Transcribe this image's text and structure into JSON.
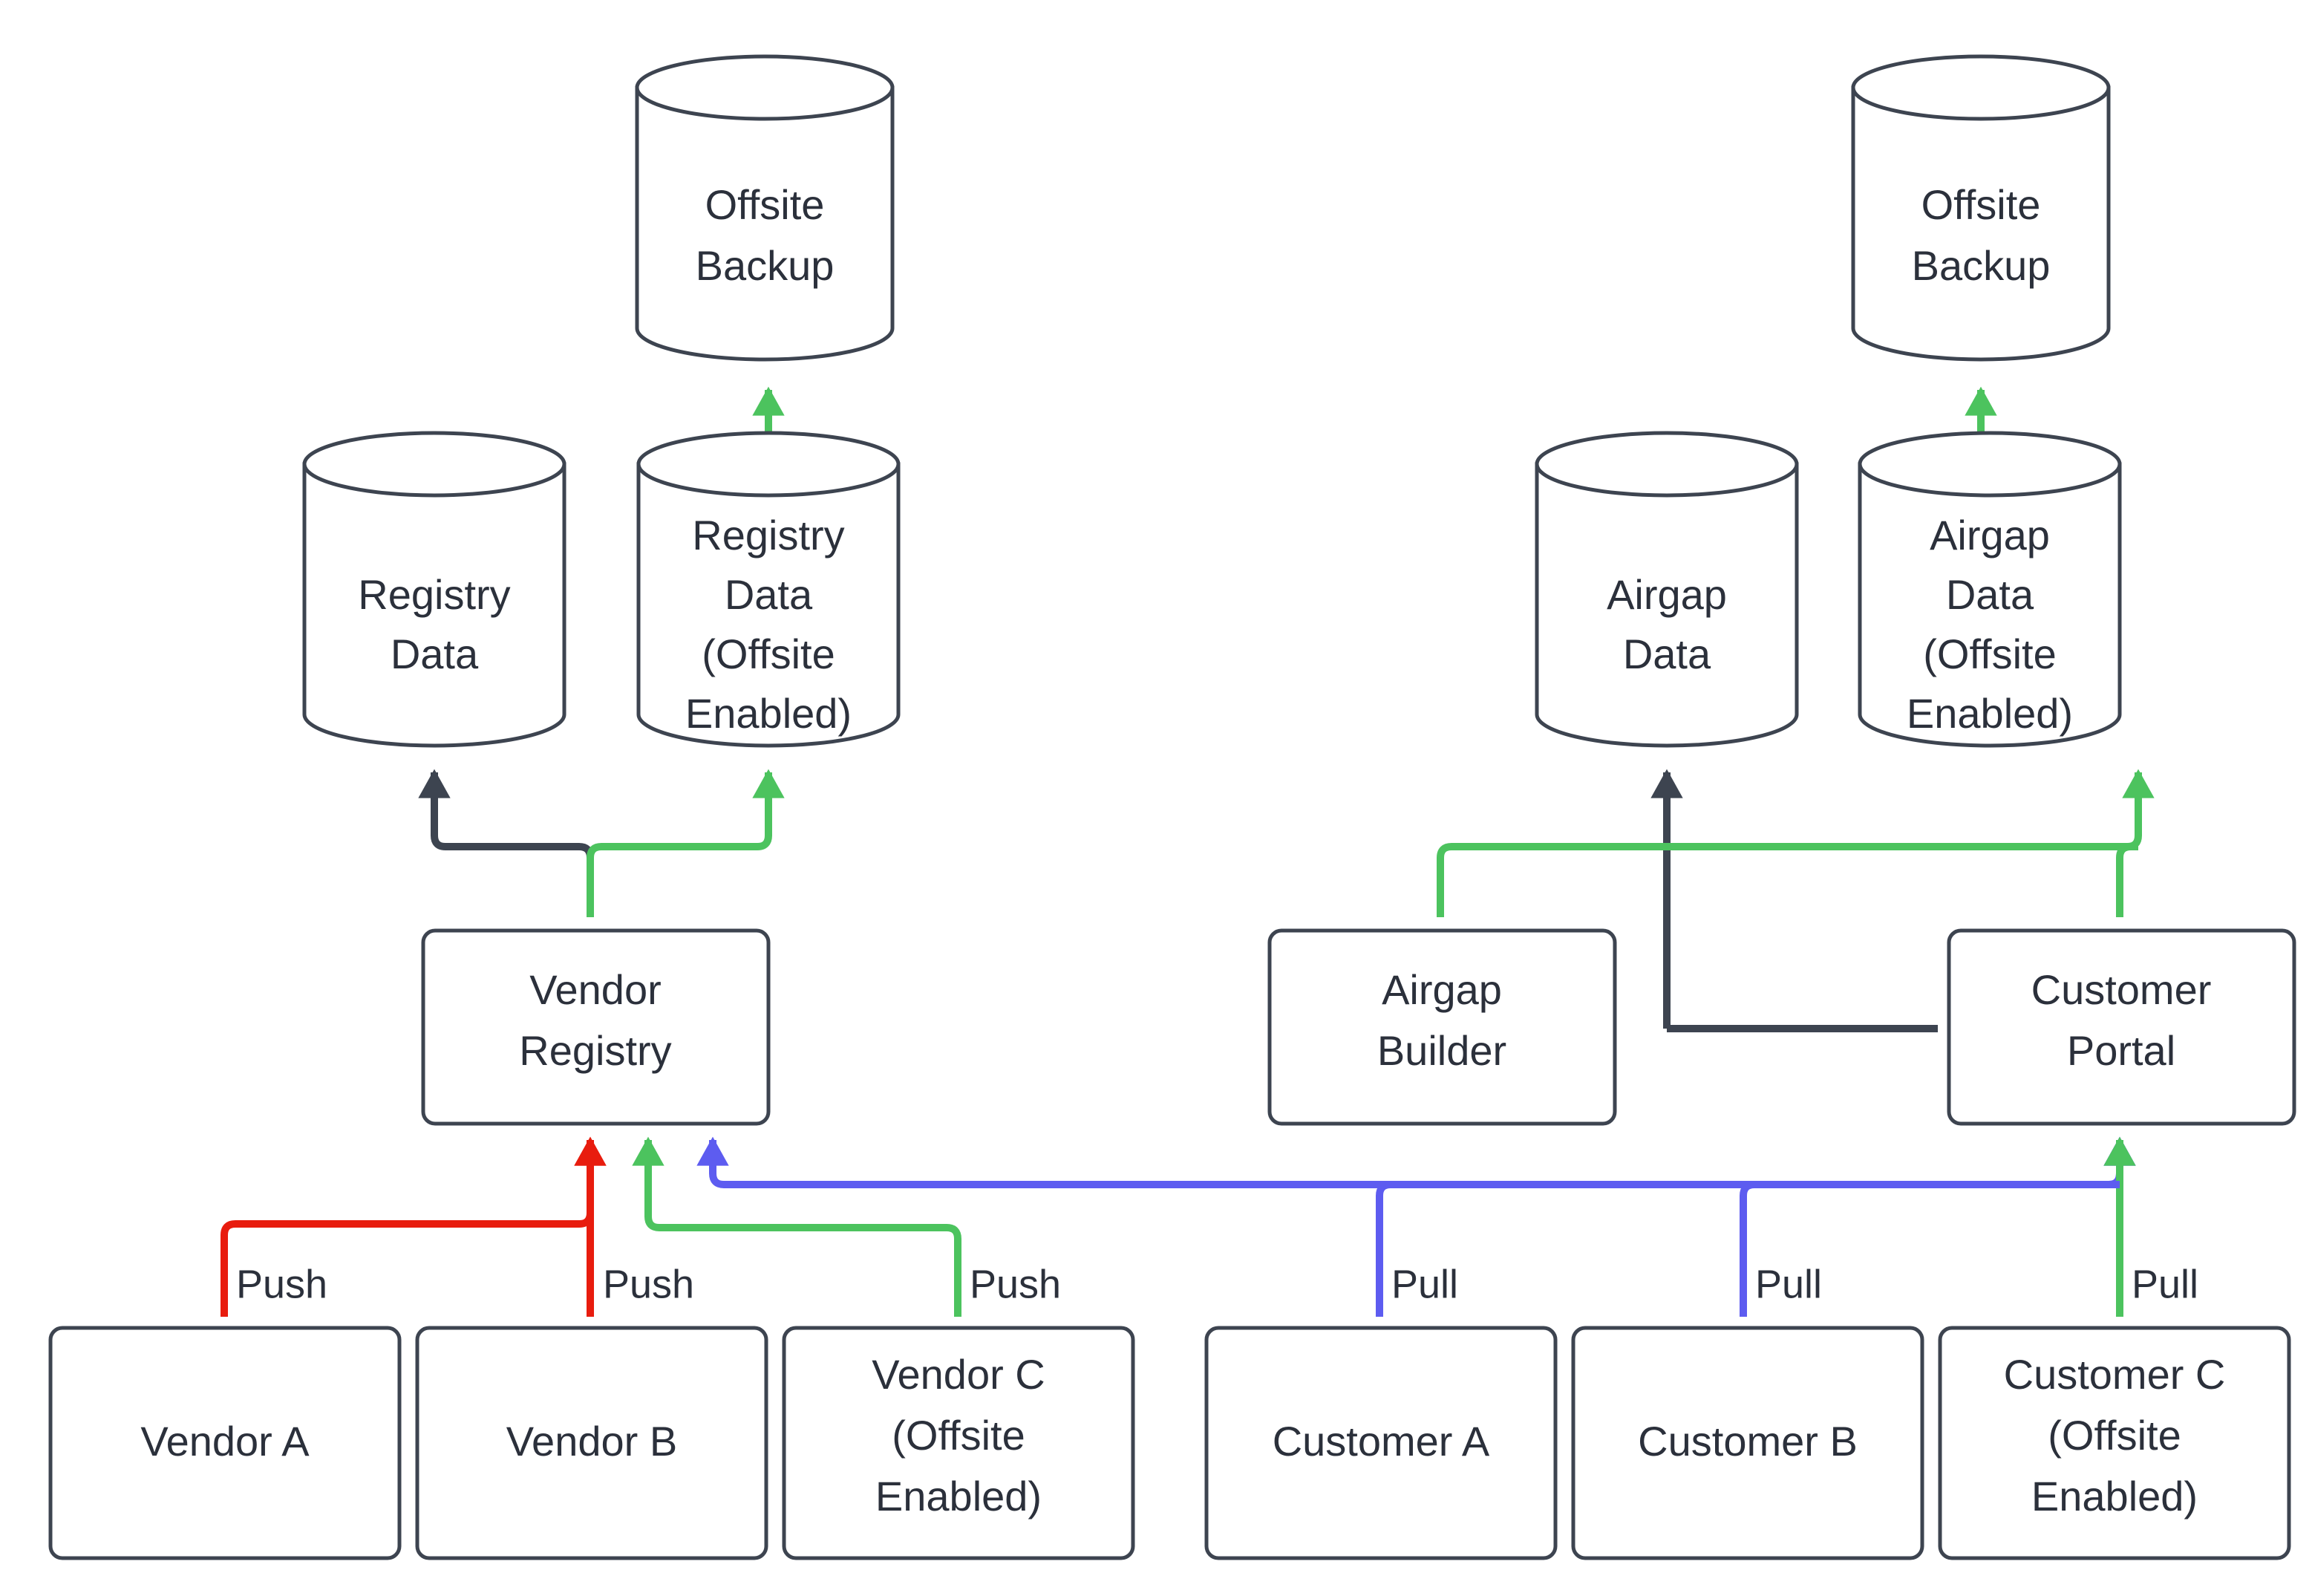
{
  "diagram": {
    "title": "Vendor / Customer registry replication and offsite backup flow",
    "colors": {
      "stroke_dark": "#3d4450",
      "text": "#2b303b",
      "push_red": "#e81c0e",
      "flow_green": "#4cc35e",
      "pull_blue": "#5d5cf0",
      "background": "#ffffff"
    },
    "nodes": {
      "offsite_backup_left": {
        "label_line1": "Offsite",
        "label_line2": "Backup",
        "shape": "cylinder"
      },
      "offsite_backup_right": {
        "label_line1": "Offsite",
        "label_line2": "Backup",
        "shape": "cylinder"
      },
      "registry_data": {
        "label_line1": "Registry",
        "label_line2": "Data",
        "shape": "cylinder"
      },
      "registry_data_offsite": {
        "label_line1": "Registry",
        "label_line2": "Data",
        "label_line3": "(Offsite",
        "label_line4": "Enabled)",
        "shape": "cylinder"
      },
      "airgap_data": {
        "label_line1": "Airgap",
        "label_line2": "Data",
        "shape": "cylinder"
      },
      "airgap_data_offsite": {
        "label_line1": "Airgap",
        "label_line2": "Data",
        "label_line3": "(Offsite",
        "label_line4": "Enabled)",
        "shape": "cylinder"
      },
      "vendor_registry": {
        "label_line1": "Vendor",
        "label_line2": "Registry",
        "shape": "rounded-rect"
      },
      "airgap_builder": {
        "label_line1": "Airgap",
        "label_line2": "Builder",
        "shape": "rounded-rect"
      },
      "customer_portal": {
        "label_line1": "Customer",
        "label_line2": "Portal",
        "shape": "rounded-rect"
      },
      "vendor_a": {
        "label_line1": "Vendor A",
        "shape": "rounded-rect"
      },
      "vendor_b": {
        "label_line1": "Vendor B",
        "shape": "rounded-rect"
      },
      "vendor_c": {
        "label_line1": "Vendor C",
        "label_line2": "(Offsite",
        "label_line3": "Enabled)",
        "shape": "rounded-rect"
      },
      "customer_a": {
        "label_line1": "Customer A",
        "shape": "rounded-rect"
      },
      "customer_b": {
        "label_line1": "Customer B",
        "shape": "rounded-rect"
      },
      "customer_c": {
        "label_line1": "Customer C",
        "label_line2": "(Offsite",
        "label_line3": "Enabled)",
        "shape": "rounded-rect"
      }
    },
    "edge_labels": {
      "vendor_a_push": "Push",
      "vendor_b_push": "Push",
      "vendor_c_push": "Push",
      "customer_a_pull": "Pull",
      "customer_b_pull": "Pull",
      "customer_c_pull": "Pull"
    }
  }
}
